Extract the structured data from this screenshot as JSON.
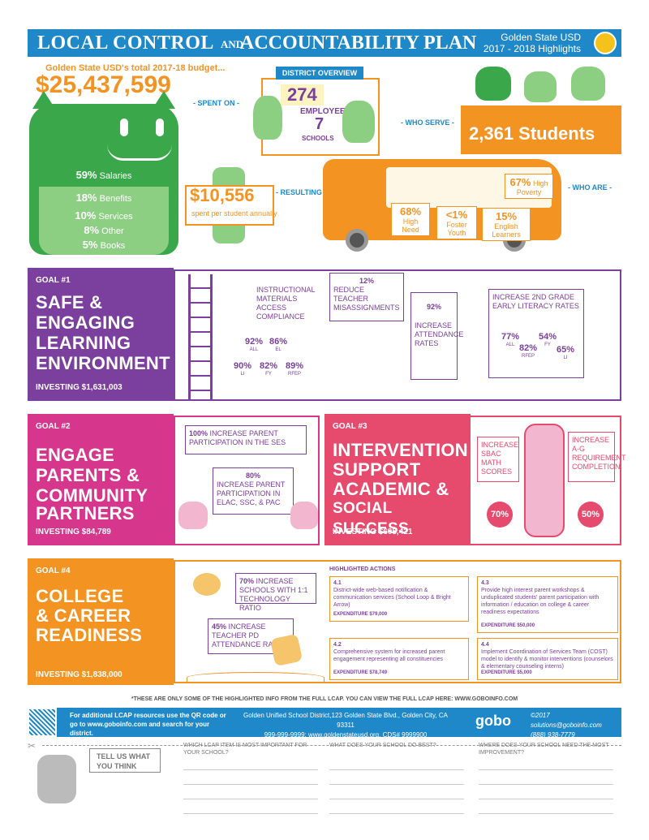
{
  "header": {
    "title_part1": "LOCAL CONTROL",
    "title_and": "AND",
    "title_part2": "ACCOUNTABILITY PLAN",
    "district": "Golden State USD",
    "year": "2017 - 2018 Highlights"
  },
  "budget": {
    "label": "Golden State USD's total 2017-18 budget...",
    "total": "$25,437,599",
    "allocations": [
      {
        "pct": "59%",
        "label": "Salaries"
      },
      {
        "pct": "18%",
        "label": "Benefits"
      },
      {
        "pct": "10%",
        "label": "Services"
      },
      {
        "pct": "8%",
        "label": "Other"
      },
      {
        "pct": "5%",
        "label": "Books"
      }
    ]
  },
  "connectors": {
    "spent_on": "- SPENT ON -",
    "who_serve": "- WHO SERVE -",
    "resulting_in": "- RESULTING IN -",
    "who_are": "- WHO ARE -"
  },
  "overview": {
    "tag": "DISTRICT OVERVIEW",
    "employees": "274",
    "employees_label": "EMPLOYEES",
    "schools": "7",
    "schools_label": "SCHOOLS"
  },
  "students": "2,361 Students",
  "per_student": {
    "amount": "$10,556",
    "label": "spent per student annually"
  },
  "student_stats": [
    {
      "value": "67%",
      "label": "High Poverty"
    },
    {
      "value": "68%",
      "label": "High Need"
    },
    {
      "value": "<1%",
      "label": "Foster Youth"
    },
    {
      "value": "15%",
      "label": "English Learners"
    }
  ],
  "goal1": {
    "num": "GOAL #1",
    "title": [
      "SAFE &",
      "ENGAGING",
      "LEARNING",
      "ENVIRONMENT"
    ],
    "investing": "INVESTING $1,631,003",
    "instructional": {
      "title": "INSTRUCTIONAL MATERIALS ACCESS COMPLIANCE",
      "metrics": [
        {
          "value": "92%",
          "group": "ALL"
        },
        {
          "value": "86%",
          "group": "EL"
        },
        {
          "value": "90%",
          "group": "LI"
        },
        {
          "value": "82%",
          "group": "FY"
        },
        {
          "value": "89%",
          "group": "RFEP"
        }
      ]
    },
    "misassign": {
      "value": "12%",
      "title": "REDUCE TEACHER MISASSIGNMENTS"
    },
    "attendance": {
      "value": "92%",
      "title": "INCREASE ATTENDANCE RATES"
    },
    "literacy": {
      "title": "INCREASE 2ND GRADE EARLY LITERACY RATES",
      "metrics": [
        {
          "value": "77%",
          "group": "ALL"
        },
        {
          "value": "54%",
          "group": "FY"
        },
        {
          "value": "82%",
          "group": "RFEP"
        },
        {
          "value": "65%",
          "group": "LI"
        }
      ]
    }
  },
  "goal2": {
    "num": "GOAL #2",
    "title": [
      "ENGAGE",
      "PARENTS &",
      "COMMUNITY",
      "PARTNERS"
    ],
    "investing": "INVESTING $84,789",
    "card1": {
      "value": "100%",
      "title": "INCREASE PARENT PARTICIPATION IN THE SES"
    },
    "card2": {
      "value": "80%",
      "title": "INCREASE PARENT PARTICIPATION IN ELAC, SSC, & PAC"
    }
  },
  "goal3": {
    "num": "GOAL #3",
    "title": [
      "INTERVENTIONS",
      "SUPPORT",
      "ACADEMIC &",
      "SOCIAL SUCCESS"
    ],
    "investing": "INVESTING $605,421",
    "card1": {
      "value": "70%",
      "title": "INCREASE SBAC MATH SCORES"
    },
    "card2": {
      "value": "50%",
      "title": "INCREASE A-G REQUIREMENT COMPLETION"
    }
  },
  "goal4": {
    "num": "GOAL #4",
    "title": [
      "COLLEGE",
      "& CAREER",
      "READINESS"
    ],
    "investing": "INVESTING $1,838,000",
    "card1": {
      "value": "70%",
      "title": "INCREASE SCHOOLS WITH 1:1 TECHNOLOGY RATIO"
    },
    "card2": {
      "value": "45%",
      "title": "INCREASE TEACHER PD ATTENDANCE RATE"
    },
    "actions_title": "HIGHLIGHTED ACTIONS",
    "actions": [
      {
        "num": "4.1",
        "text": "District-wide web-based notification & communication services (School Loop & Bright Arrow)",
        "exp": "EXPENDITURE $79,000"
      },
      {
        "num": "4.2",
        "text": "Comprehensive system for increased parent engagement representing all constituencies",
        "exp": "EXPENDITURE $78,749"
      },
      {
        "num": "4.3",
        "text": "Provide high interest parent workshops & unduplicated students' parent participation with information / education on college & career readiness expectations",
        "exp": "EXPENDITURE $50,000"
      },
      {
        "num": "4.4",
        "text": "Implement Coordination of Services Team (COST) model to identify & monitor interventions (counselors & elementary counseling interns)",
        "exp": "EXPENDITURE $5,000"
      }
    ]
  },
  "footnote": "*THESE ARE ONLY SOME OF THE HIGHLIGHTED INFO FROM THE FULL LCAP. YOU CAN VIEW THE FULL LCAP HERE: WWW.GOBOINFO.COM",
  "footer": {
    "resources1": "For additional LCAP resources use the QR code or",
    "resources2": "go to www.goboinfo.com and search for your district.",
    "address": "Golden Unified School District,123 Golden State Blvd., Golden City, CA 93311",
    "contact": "999-999-9999; www.goldenstateusd.org, CDS# 9999900",
    "brand": "gobo",
    "copyright": "©2017 solutions@goboinfo.com",
    "phone": "(888) 938-7779"
  },
  "feedback": {
    "tell": "TELL US WHAT YOU THINK",
    "q1": "WHICH LCAP ITEM IS MOST IMPORTANT FOR YOUR SCHOOL?",
    "q2": "WHAT DOES YOUR SCHOOL DO BEST?",
    "q3": "WHERE DOES YOUR SCHOOL NEED THE MOST IMPROVEMENT?"
  }
}
